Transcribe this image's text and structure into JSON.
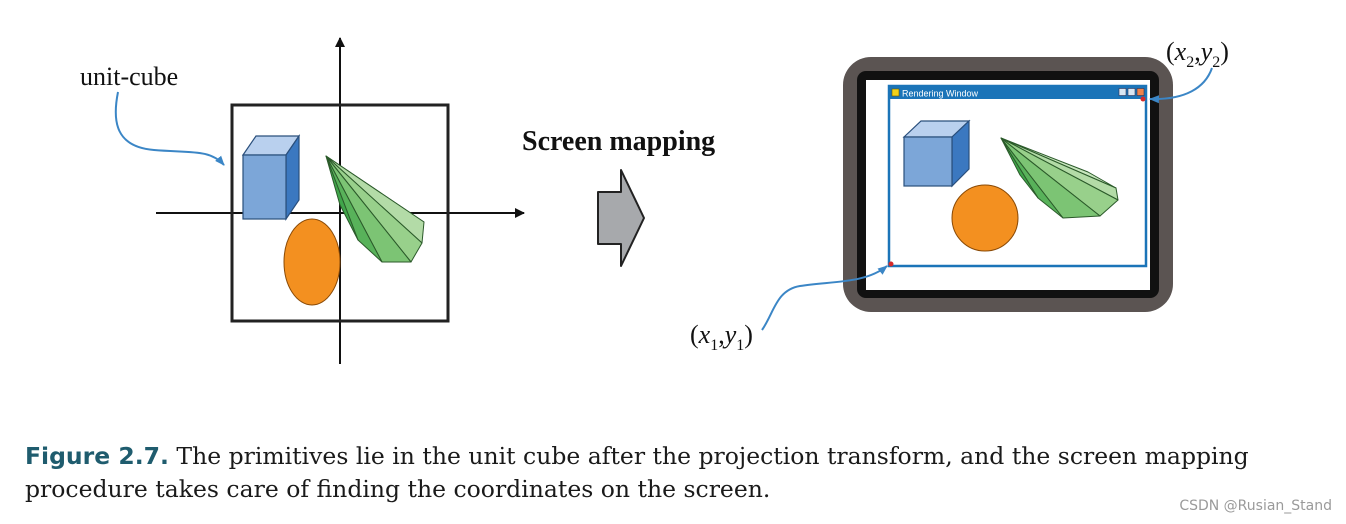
{
  "diagram": {
    "left_label": "unit-cube",
    "center_label": "Screen mapping",
    "window_title": "Rendering Window",
    "coord_bottom": {
      "x": "x",
      "x_sub": "1",
      "y": "y",
      "y_sub": "1"
    },
    "coord_top": {
      "x": "x",
      "x_sub": "2",
      "y": "y",
      "y_sub": "2"
    }
  },
  "caption": {
    "label": "Figure 2.7.",
    "text": " The primitives lie in the unit cube after the projection transform, and the screen mapping procedure takes care of finding the coordinates on the screen."
  },
  "watermark": "CSDN @Rusian_Stand",
  "colors": {
    "cube_front": "#7ca6d8",
    "cube_top": "#b9d0ee",
    "cube_side": "#3b78c0",
    "ellipse": "#f39020",
    "cone_light": "#c8e6be",
    "cone_mid": "#8ccf82",
    "cone_dark": "#3fa54a",
    "pointer_curve": "#3b86c6",
    "monitor_frame": "#5b5452",
    "window_titlebar": "#1b74b8",
    "arrow_fill": "#a7a9ac"
  }
}
